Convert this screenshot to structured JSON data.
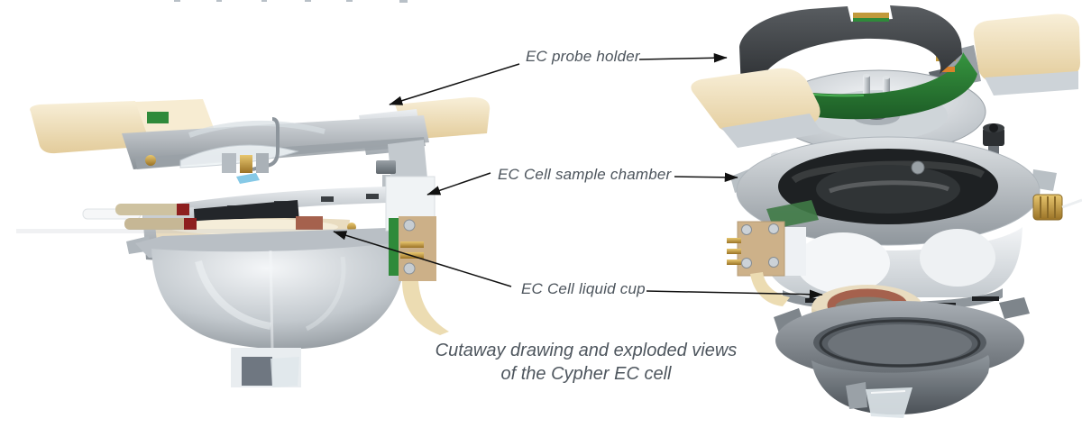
{
  "figure": {
    "labels": {
      "probe_holder": "EC probe holder",
      "sample_chamber": "EC Cell sample chamber",
      "liquid_cup": "EC Cell liquid cup"
    },
    "caption": {
      "line1": "Cutaway drawing and exploded views",
      "line2": "of the Cypher EC cell"
    },
    "colors": {
      "label_text": "#4c545c",
      "arrow": "#111111",
      "handle_cream": "#f0e2bc",
      "pcb_green": "#2f8a3a",
      "brass": "#c19a3c",
      "copper": "#a5614d",
      "cup_cream": "#e9dcc0",
      "tube_red": "#8e1f1f",
      "background": "#ffffff"
    }
  }
}
